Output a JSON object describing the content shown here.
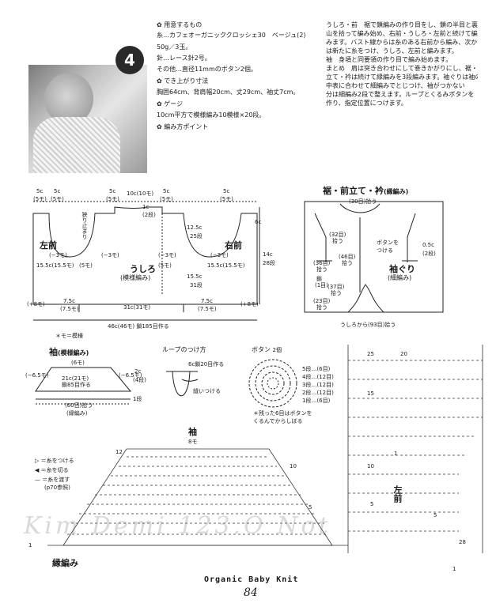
{
  "badge": "4",
  "materials": {
    "heading": "用意するもの",
    "yarn": "糸…カフェオーガニッククロッシェ30　ベージュ(2)",
    "amount": "50g／3玉。",
    "needle": "針…レース針2号。",
    "other": "その他…直径11mmのボタン2個。"
  },
  "size": {
    "heading": "でき上がり寸法",
    "text": "胸囲64cm、背肩幅20cm、丈29cm、袖丈7cm。"
  },
  "gauge": {
    "heading": "ゲージ",
    "text": "10cm平方で模様編み10模様×20段。"
  },
  "points": {
    "heading": "編み方ポイント"
  },
  "instructions": [
    "うしろ・前　裾で鎖編みの作り目をし、鎖の半目と裏",
    "山を拾って編み始め、右前・うしろ・左前と続けて編",
    "みます。バスト線からは糸のある右前から編み、次から",
    "は新たに糸をつけ、うしろ、左前と編みます。",
    "袖　身頃と同要領の作り目で編み始めます。",
    "まとめ　肩は突き合わせにして巻きかがりにし、裾・前",
    "立て・衿は続けて縁編みを3段編みます。袖ぐりは袖の",
    "中表に合わせて細編みでとじつけ、袖がつかない",
    "分は細編み2段で整えます。ループとくるみボタンを",
    "作り、指定位置につけます。"
  ],
  "body_diagram": {
    "left_front": "左前",
    "right_front": "右前",
    "back": "うしろ",
    "back_sub": "(模様編み)",
    "top_dims": [
      "5c",
      "(5モ)",
      "5c",
      "(5モ)",
      "10c(10モ)",
      "5c",
      "(5モ)",
      "5c",
      "(5モ)",
      "5c",
      "(5モ)"
    ],
    "neck": "1c",
    "neck_rows": "(2段)",
    "shoulder_note": "狭り止まり",
    "h1": "12.5c",
    "h1b": "25段",
    "h2": "15.5c",
    "h2b": "31段",
    "side_right": "6c",
    "side_right2": "14c",
    "side_right3": "28段",
    "minus3": "(−3モ)",
    "minus3b": "(−3モ)",
    "minus3c": "(−3モ)",
    "minus3d": "(−3モ)",
    "mid_l": "15.5c(15.5モ)",
    "mid_c1": "5c",
    "mid_c2": "(5モ)",
    "mid_c3": "5c",
    "mid_c4": "(5モ)",
    "mid_r": "15.5c(15.5モ)",
    "btm_l": "7.5c",
    "btm_l2": "(7.5モ)",
    "btm_c": "31c(31モ)",
    "btm_r": "7.5c",
    "btm_r2": "(7.5モ)",
    "plus8a": "(+8モ)",
    "plus8b": "(+8モ)",
    "cast_on": "46c(46モ) 鎖185目作る",
    "note": "＊モ＝模様"
  },
  "edging_diagram": {
    "title": "裾・前立て・衿",
    "title_sub": "(縁編み)",
    "top": "(30目)拾う",
    "button_loop": "ボタンを\nつける",
    "r1": "(32目)",
    "r1b": "拾う",
    "r2": "(36目)",
    "r2b": "拾う",
    "r3": "(46目)",
    "r3b": "拾う",
    "r4": "(1目)",
    "r5": "(37目)",
    "r5b": "拾う",
    "r6": "(23目)",
    "r6b": "拾う",
    "chain": "鎖",
    "armhole": "袖ぐり",
    "armhole_sub": "(細編み)",
    "armhole_c": "0.5c",
    "armhole_r": "(2段)",
    "bottom": "うしろから(93目)拾う"
  },
  "sleeve_diagram": {
    "title": "袖",
    "title_sub": "(模様編み)",
    "top": "(6モ)",
    "left": "(−6.5モ)",
    "right": "(−6.5モ)",
    "mid": "21c(21モ)",
    "mid2": "鎖85目作る",
    "side": "2c",
    "side2": "(4段)",
    "bottom": "(60目)拾う",
    "bottom2": "1段",
    "edge": "(縁編み)"
  },
  "loop_section": {
    "title": "ループのつけ方",
    "note1": "6c鎖20目作る",
    "note2": "縫いつける"
  },
  "button_section": {
    "title": "ボタン",
    "count": "2個",
    "rows": [
      "5段…(6目)",
      "4段…(12目)",
      "3段…(12目)",
      "2段…(12目)",
      "1段…(6目)"
    ],
    "note": "＊残った6目はボタンを\nくるんでからしぼる"
  },
  "sleeve_chart": {
    "title": "袖",
    "top": "8モ",
    "r12": "12",
    "r10": "10",
    "r5": "5",
    "r1": "1",
    "legend1": "＝糸をつける",
    "legend2": "＝糸を切る",
    "legend3": "＝糸を渡す",
    "legend4": "(p70参照)",
    "edge": "縁編み"
  },
  "front_chart": {
    "label": "左前",
    "n20": "20",
    "n25": "25",
    "n15": "15",
    "n10": "10",
    "n5": "5",
    "n1": "1",
    "n28": "28",
    "n5b": "5",
    "n1b": "1"
  },
  "watermark": "Kim Demi 123.O Not",
  "footer": "Organic Baby Knit",
  "page_number": "84"
}
